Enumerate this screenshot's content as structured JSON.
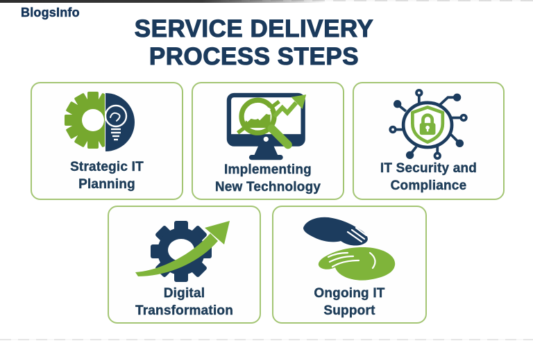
{
  "brand": {
    "logo_text": "BlogsInfo"
  },
  "title": {
    "line1": "SERVICE DELIVERY",
    "line2": "PROCESS STEPS"
  },
  "colors": {
    "title_navy": "#1b3a5c",
    "icon_navy": "#1c3c5e",
    "icon_green": "#76a82e",
    "icon_green_bright": "#7fb43a",
    "card_border_green": "#a3c573",
    "label_navy": "#1e3d59",
    "background": "#ffffff"
  },
  "cards": [
    {
      "id": "strategic-it-planning",
      "label_line1": "Strategic IT",
      "label_line2": "Planning",
      "icon": "gear-lightbulb-icon"
    },
    {
      "id": "implementing-new-technology",
      "label_line1": "Implementing",
      "label_line2": "New Technology",
      "icon": "monitor-analytics-icon"
    },
    {
      "id": "it-security-compliance",
      "label_line1": "IT Security and",
      "label_line2": "Compliance",
      "icon": "shield-lock-circuit-icon"
    },
    {
      "id": "digital-transformation",
      "label_line1": "Digital",
      "label_line2": "Transformation",
      "icon": "gear-growth-arrow-icon"
    },
    {
      "id": "ongoing-it-support",
      "label_line1": "Ongoing IT",
      "label_line2": "Support",
      "icon": "helping-hands-icon"
    }
  ]
}
